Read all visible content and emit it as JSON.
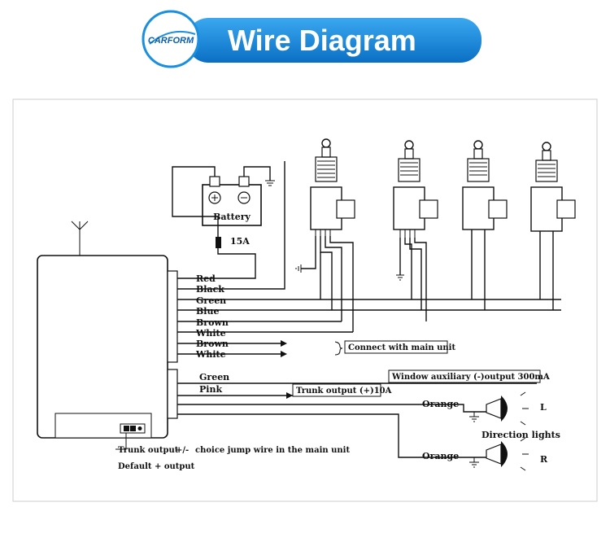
{
  "header": {
    "brand": "CARFORM",
    "title": "Wire Diagram"
  },
  "battery": {
    "label": "Battery",
    "fuse": "15A"
  },
  "wires": {
    "group1": [
      "Red",
      "Black",
      "Green",
      "Blue",
      "Brown",
      "White",
      "Brown",
      "White"
    ],
    "group2": [
      "Green",
      "Pink"
    ],
    "orange_l": "Orange",
    "orange_r": "Orange"
  },
  "annotations": {
    "connect_main": "Connect with main unit",
    "window_aux": "Window auxiliary (-)output 300mA",
    "trunk_out": "Trunk output (+)10A",
    "direction_lights": "Direction lights",
    "light_l": "L",
    "light_r": "R",
    "jumper_line1": "Trunk output",
    "jumper_sign": "+/-",
    "jumper_line1b": "choice jump wire in the main unit",
    "jumper_line2": "Default + output"
  },
  "colors": {
    "header_blue": "#1a8fe0",
    "header_dark": "#0a5fae",
    "wire": "#111111"
  }
}
